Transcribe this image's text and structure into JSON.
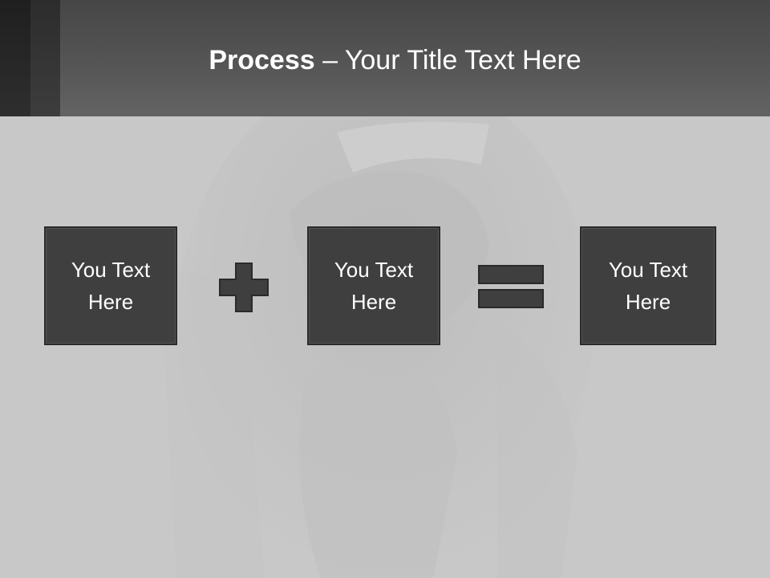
{
  "slide": {
    "title_bold": "Process",
    "title_rest": " – Your Title Text Here"
  },
  "process": {
    "boxes": [
      {
        "line1": "You Text",
        "line2": "Here"
      },
      {
        "line1": "You Text",
        "line2": "Here"
      },
      {
        "line1": "You Text",
        "line2": "Here"
      }
    ],
    "operators": [
      "plus-icon",
      "equals-icon"
    ]
  },
  "colors": {
    "header": "#555555",
    "background": "#c8c8c8",
    "box_fill": "#3f3f3f",
    "text": "#ffffff"
  }
}
